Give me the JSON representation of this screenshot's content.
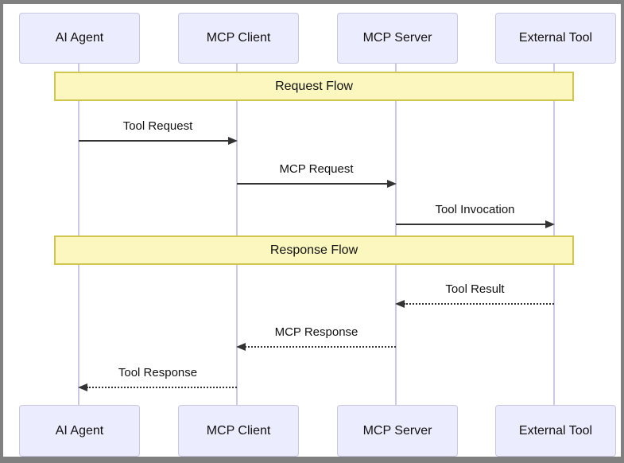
{
  "diagram_type": "sequence-diagram",
  "actors": [
    {
      "id": "ai-agent",
      "label": "AI Agent"
    },
    {
      "id": "mcp-client",
      "label": "MCP Client"
    },
    {
      "id": "mcp-server",
      "label": "MCP Server"
    },
    {
      "id": "external-tool",
      "label": "External Tool"
    }
  ],
  "sections": [
    {
      "label": "Request Flow"
    },
    {
      "label": "Response Flow"
    }
  ],
  "messages": [
    {
      "label": "Tool Request",
      "from": "AI Agent",
      "to": "MCP Client",
      "line": "solid",
      "direction": "right"
    },
    {
      "label": "MCP Request",
      "from": "MCP Client",
      "to": "MCP Server",
      "line": "solid",
      "direction": "right"
    },
    {
      "label": "Tool Invocation",
      "from": "MCP Server",
      "to": "External Tool",
      "line": "solid",
      "direction": "right"
    },
    {
      "label": "Tool Result",
      "from": "External Tool",
      "to": "MCP Server",
      "line": "dotted",
      "direction": "left"
    },
    {
      "label": "MCP Response",
      "from": "MCP Server",
      "to": "MCP Client",
      "line": "dotted",
      "direction": "left"
    },
    {
      "label": "Tool Response",
      "from": "MCP Client",
      "to": "AI Agent",
      "line": "dotted",
      "direction": "left"
    }
  ],
  "colors": {
    "actor_fill": "#ECECFF",
    "actor_border": "#C9C6E3",
    "lifeline": "#CCC9E6",
    "section_fill": "#FBF7BE",
    "section_border": "#CFC64F",
    "arrow": "#333333",
    "text": "#111111",
    "frame_border": "#808080",
    "background": "#ffffff"
  }
}
